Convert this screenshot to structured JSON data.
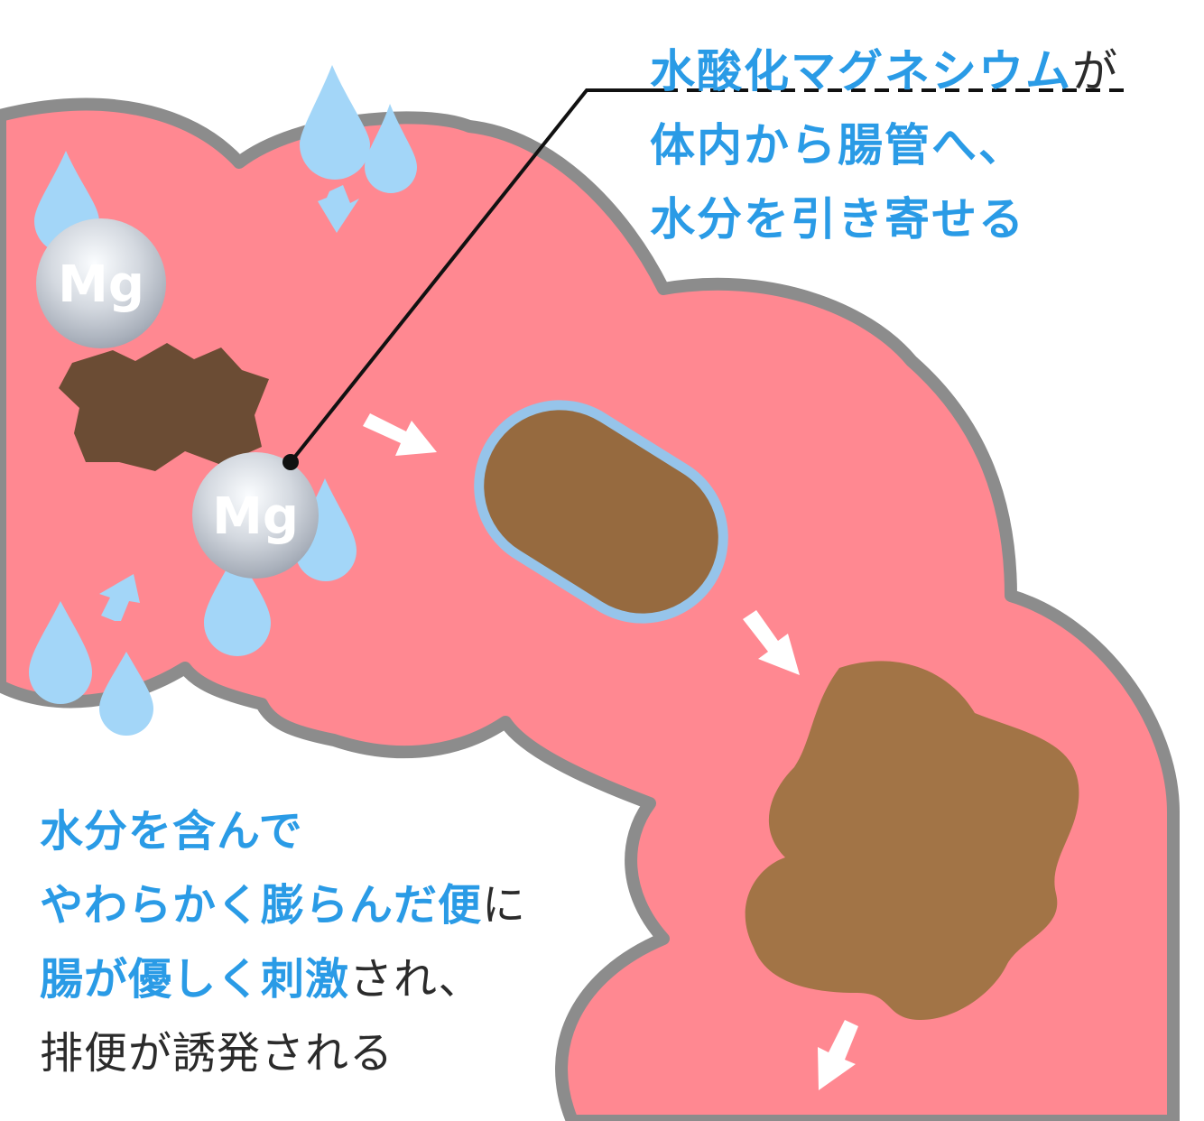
{
  "callout": {
    "line1_highlight": "水酸化マグネシウム",
    "line1_suffix": "が",
    "line2": "体内から腸管へ、",
    "line3": "水分を引き寄せる"
  },
  "caption": {
    "line1": "水分を含んで",
    "line2_highlight": "やわらかく膨らんだ便",
    "line2_suffix": "に",
    "line3_highlight": "腸が優しく刺激",
    "line3_suffix": "され、",
    "line4": "排便が誘発される"
  },
  "mg_labels": [
    "Mg",
    "Mg"
  ],
  "colors": {
    "intestine_fill": "#ff8891",
    "intestine_outline": "#8c8c8c",
    "water_drop": "#a3d6f8",
    "stool_dry": "#6b4c34",
    "stool_soft": "#966a3f",
    "highlight_text": "#2a9be6",
    "body_text": "#2b2b2b",
    "arrow": "#ffffff"
  },
  "icons": [
    "water-drop-icon",
    "magnesium-ball-icon",
    "arrow-icon",
    "stool-icon"
  ]
}
